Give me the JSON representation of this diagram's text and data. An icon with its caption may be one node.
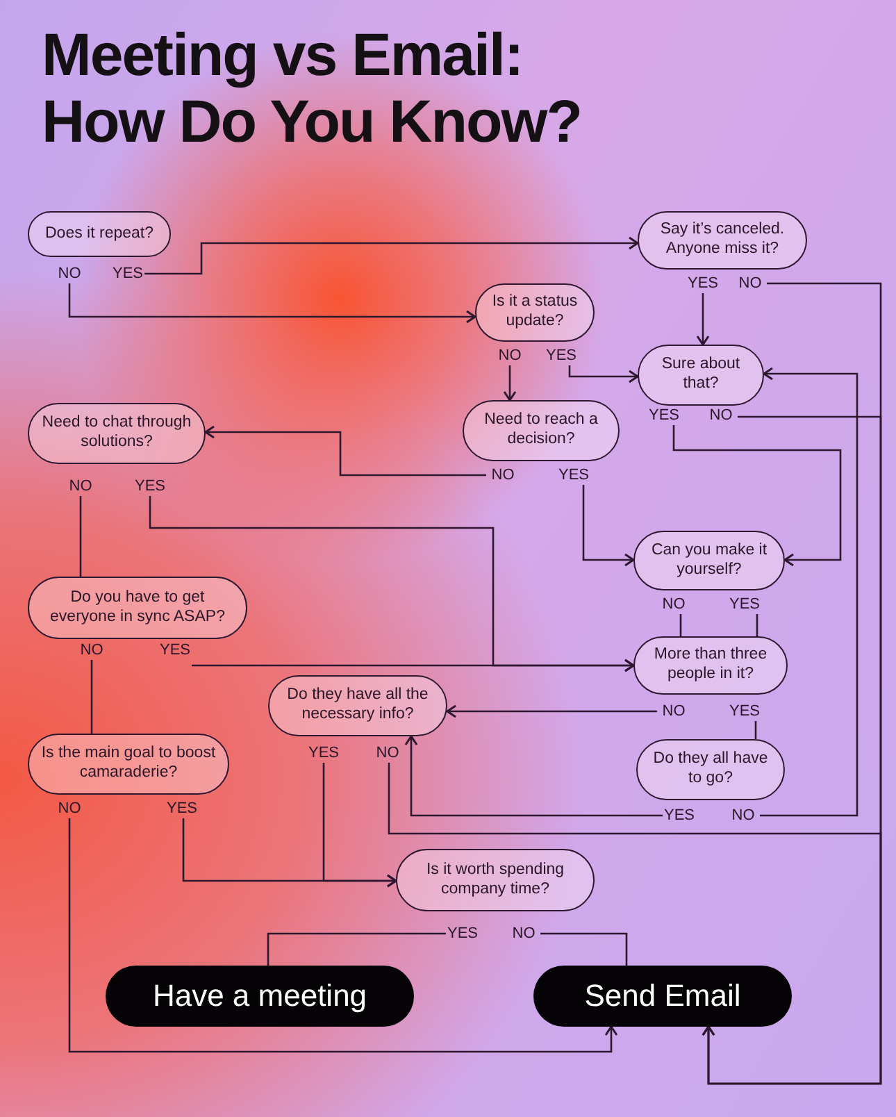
{
  "diagram": {
    "title": "Meeting vs Email: How Do You Know?",
    "nodes": [
      {
        "text": [
          "Does it repeat?"
        ]
      },
      {
        "text": [
          "Say it’s canceled. Anyone miss it?"
        ]
      },
      {
        "text": [
          "Is it a status update?"
        ]
      },
      {
        "text": [
          "Sure about that?"
        ]
      },
      {
        "text": [
          "Need to chat through solutions?"
        ]
      },
      {
        "text": [
          "Need to reach a decision?"
        ]
      },
      {
        "text": [
          "Can you make it yourself?"
        ]
      },
      {
        "text": [
          "Do you have to get everyone in sync ASAP?"
        ]
      },
      {
        "text": [
          "More than three people in it?"
        ]
      },
      {
        "text": [
          "Do they have all the necessary info?"
        ]
      },
      {
        "text": [
          "Is the main goal to boost camaraderie?"
        ]
      },
      {
        "text": [
          "Do they all have to go?"
        ]
      },
      {
        "text": [
          "Is it worth spending company time?"
        ]
      },
      {
        "text": [
          "Have a meeting"
        ]
      },
      {
        "text": [
          "Send Email"
        ]
      },
      {
        "text": [
          "YES"
        ]
      },
      {
        "text": [
          "NO"
        ]
      },
      {
        "text": [
          "YES"
        ]
      },
      {
        "text": [
          "NO"
        ]
      },
      {
        "text": [
          "NO"
        ]
      },
      {
        "text": [
          "YES"
        ]
      },
      {
        "text": [
          "YES"
        ]
      },
      {
        "text": [
          "NO"
        ]
      },
      {
        "text": [
          "NO"
        ]
      },
      {
        "text": [
          "YES"
        ]
      },
      {
        "text": [
          "NO"
        ]
      },
      {
        "text": [
          "YES"
        ]
      },
      {
        "text": [
          "NO"
        ]
      },
      {
        "text": [
          "YES"
        ]
      },
      {
        "text": [
          "NO"
        ]
      },
      {
        "text": [
          "YES"
        ]
      },
      {
        "text": [
          "NO"
        ]
      },
      {
        "text": [
          "YES"
        ]
      },
      {
        "text": [
          "YES"
        ]
      },
      {
        "text": [
          "NO"
        ]
      },
      {
        "text": [
          "NO"
        ]
      },
      {
        "text": [
          "YES"
        ]
      },
      {
        "text": [
          "YES"
        ]
      },
      {
        "text": [
          "NO"
        ]
      },
      {
        "text": [
          "YES"
        ]
      },
      {
        "text": [
          "NO"
        ]
      }
    ],
    "edges": [
      {
        "from": 15,
        "to": 1,
        "arrow": "to"
      },
      {
        "from": 16,
        "to": 2,
        "arrow": "to"
      },
      {
        "from": 17,
        "to": 3,
        "arrow": "to"
      },
      {
        "from": 18,
        "to": 14,
        "arrow": "to"
      },
      {
        "from": 19,
        "to": 5,
        "arrow": "to"
      },
      {
        "from": 20,
        "to": 3,
        "arrow": "to"
      },
      {
        "from": 21,
        "to": 6,
        "arrow": "to"
      },
      {
        "from": 22,
        "to": 14,
        "arrow": "to"
      },
      {
        "from": 23,
        "to": 4,
        "arrow": "to"
      },
      {
        "from": 24,
        "to": 6,
        "arrow": "to"
      },
      {
        "from": 25,
        "to": 7,
        "arrow": "none"
      },
      {
        "from": 26,
        "to": 8,
        "arrow": "to"
      },
      {
        "from": 27,
        "to": 8,
        "arrow": "none"
      },
      {
        "from": 28,
        "to": 8,
        "arrow": "none"
      },
      {
        "from": 29,
        "to": 10,
        "arrow": "none"
      },
      {
        "from": 30,
        "to": 8,
        "arrow": "to"
      },
      {
        "from": 31,
        "to": 9,
        "arrow": "to"
      },
      {
        "from": 32,
        "to": 11,
        "arrow": "none"
      },
      {
        "from": 33,
        "to": 12,
        "arrow": "to"
      },
      {
        "from": 34,
        "to": 14,
        "arrow": "to"
      },
      {
        "from": 35,
        "to": 14,
        "arrow": "to"
      },
      {
        "from": 36,
        "to": 12,
        "arrow": "to"
      },
      {
        "from": 37,
        "to": 9,
        "arrow": "to"
      },
      {
        "from": 38,
        "to": 3,
        "arrow": "to"
      },
      {
        "from": 39,
        "to": 13,
        "arrow": "none"
      },
      {
        "from": 40,
        "to": 14,
        "arrow": "none"
      }
    ]
  }
}
